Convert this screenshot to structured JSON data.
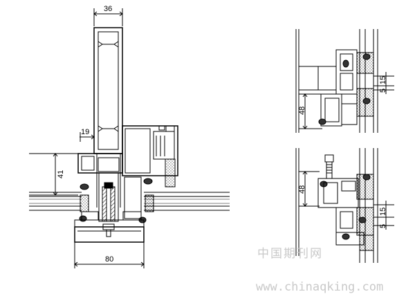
{
  "dimensions": {
    "top_width": "36",
    "offset_left": "19",
    "height_left": "41",
    "bottom_width": "80",
    "right_top_height": "48",
    "right_top_gap": "5",
    "right_top_small": "15",
    "right_bottom_height": "48",
    "right_bottom_gap": "5",
    "right_bottom_small": "15"
  },
  "watermark": {
    "chinese": "中国期刊网",
    "url": "www.chinaqking.com"
  }
}
